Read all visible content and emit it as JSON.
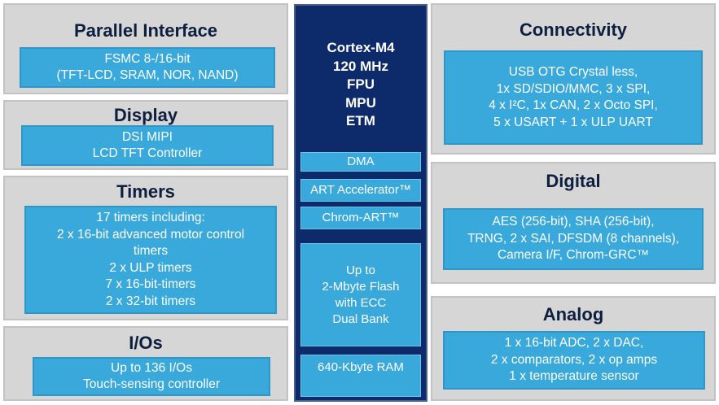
{
  "left": [
    {
      "title": "Parallel Interface",
      "lines": [
        "FSMC 8-/16-bit",
        "(TFT-LCD, SRAM, NOR, NAND)"
      ]
    },
    {
      "title": "Display",
      "lines": [
        "DSI MIPI",
        "LCD TFT Controller"
      ]
    },
    {
      "title": "Timers",
      "lines": [
        "17 timers including:",
        "2 x 16-bit advanced motor control",
        "timers",
        "2 x ULP timers",
        "7 x 16-bit-timers",
        "2 x 32-bit timers"
      ]
    },
    {
      "title": "I/Os",
      "lines": [
        "Up to 136 I/Os",
        "Touch-sensing controller"
      ]
    }
  ],
  "core": {
    "lines": [
      "Cortex-M4",
      "120 MHz",
      "FPU",
      "MPU",
      "ETM"
    ],
    "blocks": [
      {
        "lines": [
          "DMA"
        ]
      },
      {
        "lines": [
          "ART Accelerator™"
        ]
      },
      {
        "lines": [
          "Chrom-ART™"
        ]
      },
      {
        "lines": [
          "Up to",
          "2-Mbyte Flash",
          "with ECC",
          "Dual Bank"
        ]
      },
      {
        "lines": [
          "640-Kbyte RAM"
        ]
      }
    ]
  },
  "right": [
    {
      "title": "Connectivity",
      "lines": [
        "USB OTG Crystal less,",
        "1x SD/SDIO/MMC, 3 x SPI,",
        "4 x I²C, 1x CAN, 2 x Octo SPI,",
        "5 x USART + 1 x ULP UART"
      ]
    },
    {
      "title": "Digital",
      "lines": [
        "AES (256-bit),  SHA (256-bit),",
        "TRNG, 2 x SAI, DFSDM (8 channels),",
        "Camera I/F, Chrom-GRC™"
      ]
    },
    {
      "title": "Analog",
      "lines": [
        "1 x 16-bit ADC, 2 x DAC,",
        "2 x comparators, 2 x op amps",
        "1 x temperature sensor"
      ]
    }
  ]
}
